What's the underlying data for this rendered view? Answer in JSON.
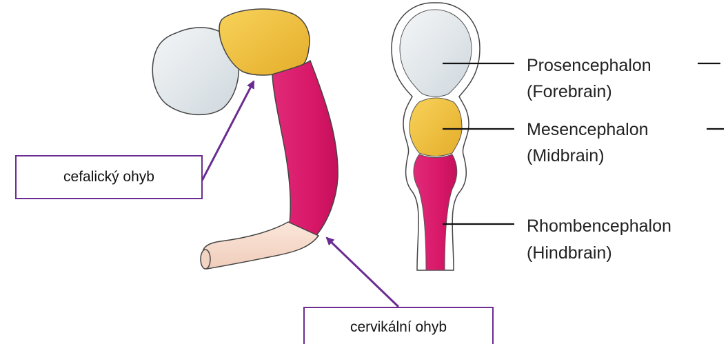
{
  "diagram": {
    "regions": [
      {
        "id": "prosencephalon",
        "name": "Prosencephalon",
        "subtitle": "(Forebrain)",
        "color": "#dde4e8"
      },
      {
        "id": "mesencephalon",
        "name": "Mesencephalon",
        "subtitle": "(Midbrain)",
        "color": "#efc13f"
      },
      {
        "id": "rhombencephalon",
        "name": "Rhombencephalon",
        "subtitle": "(Hindbrain)",
        "color": "#d61866"
      }
    ],
    "spinal_color": "#f7ddd0",
    "arrow_color": "#6a2c91"
  },
  "callouts": {
    "cephalic": "cefalický ohyb",
    "cervical": "cervikální ohyb"
  }
}
